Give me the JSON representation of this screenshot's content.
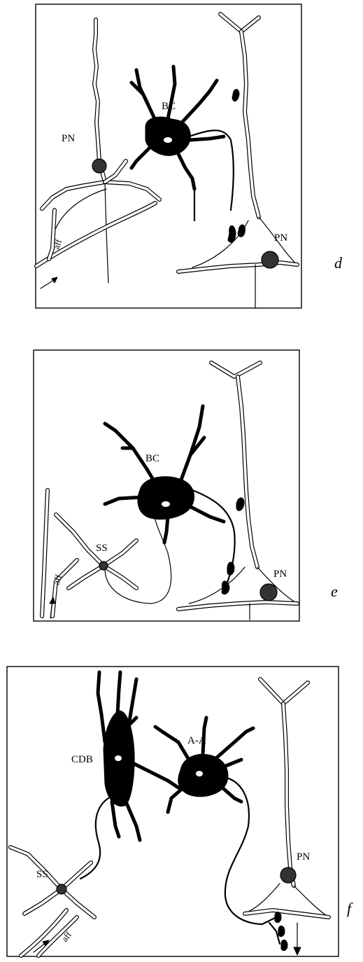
{
  "panel_d": {
    "letter": "d",
    "labels": {
      "pn_top": "PN",
      "bc": "BC",
      "pn_bottom": "PN",
      "aff": "aff"
    }
  },
  "panel_e": {
    "letter": "e",
    "labels": {
      "bc": "BC",
      "ss": "SS",
      "pn": "PN",
      "aff": "aff"
    }
  },
  "panel_f": {
    "letter": "f",
    "labels": {
      "cdb": "CDB",
      "aa": "A-A",
      "pn": "PN",
      "ss": "SS",
      "aff": "aff"
    }
  }
}
